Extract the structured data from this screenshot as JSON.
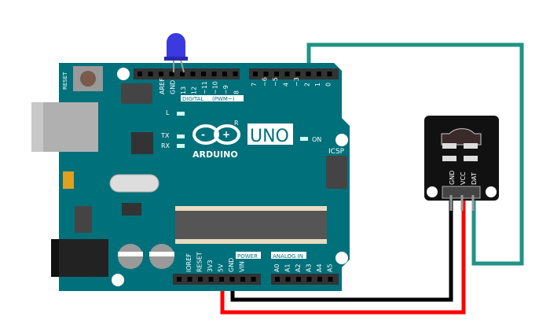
{
  "board": {
    "name": "UNO",
    "brand": "ARDUINO",
    "registered": "R",
    "reset_label": "RESET",
    "digital_label": "DIGITAL",
    "pwm_label": "(PWM~)",
    "power_label": "POWER",
    "analog_label": "ANALOG IN",
    "icsp_label": "ICSP",
    "led_labels": {
      "l": "L",
      "tx": "TX",
      "rx": "RX",
      "on": "ON"
    },
    "top_pins_left": [
      "AREF",
      "GND",
      "13",
      "12",
      "~11",
      "~10",
      "~9",
      "8"
    ],
    "top_pins_right": [
      "7",
      "~6",
      "~5",
      "4",
      "~3",
      "2",
      "1",
      "0"
    ],
    "power_pins": [
      "IOREF",
      "RESET",
      "3V3",
      "5V",
      "GND",
      "VIN"
    ],
    "analog_pins": [
      "A0",
      "A1",
      "A2",
      "A3",
      "A4",
      "A5"
    ],
    "color": "#00707b"
  },
  "sensor": {
    "pins": [
      "GND",
      "VCC",
      "DAT"
    ]
  },
  "wires": [
    {
      "from": "2",
      "to": "DAT",
      "color": "#1f9385"
    },
    {
      "from": "5V",
      "to": "VCC",
      "color": "#ff0000"
    },
    {
      "from": "GND",
      "to": "GND",
      "color": "#000000"
    }
  ],
  "led": {
    "color": "#3a3ae0",
    "pin": "13"
  }
}
